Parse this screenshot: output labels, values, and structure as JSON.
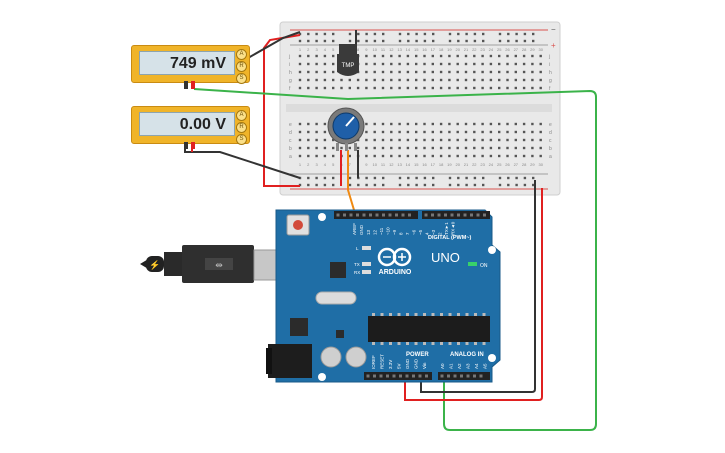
{
  "meters": [
    {
      "value": "749 mV",
      "modes": [
        "A",
        "R",
        "S"
      ]
    },
    {
      "value": "0.00 V",
      "modes": [
        "A",
        "R",
        "S"
      ]
    }
  ],
  "breadboard": {
    "rail_plus": "+",
    "rail_minus": "−",
    "row_letters_top": [
      "j",
      "i",
      "h",
      "g",
      "f"
    ],
    "row_letters_bottom": [
      "e",
      "d",
      "c",
      "b",
      "a"
    ],
    "column_numbers": [
      "1",
      "2",
      "3",
      "4",
      "5",
      "6",
      "7",
      "8",
      "9",
      "10",
      "11",
      "12",
      "13",
      "14",
      "15",
      "16",
      "17",
      "18",
      "19",
      "20",
      "21",
      "22",
      "23",
      "24",
      "25",
      "26",
      "27",
      "28",
      "29",
      "30"
    ]
  },
  "sensor": {
    "label": "TMP"
  },
  "arduino": {
    "brand": "ARDUINO",
    "model": "UNO",
    "on_label": "ON",
    "digital_label": "DIGITAL (PWM~)",
    "power_label": "POWER",
    "analog_label": "ANALOG IN",
    "aref_label": "AREF",
    "gnd_label": "GND",
    "digital_pins": [
      "13",
      "12",
      "~11",
      "~10",
      "~9",
      "8",
      "7",
      "~6",
      "~5",
      "4",
      "~3",
      "2",
      "TX►1",
      "RX◄0"
    ],
    "power_pins": [
      "IOREF",
      "RESET",
      "3.3V",
      "5V",
      "GND",
      "GND",
      "Vin"
    ],
    "analog_pins": [
      "A0",
      "A1",
      "A2",
      "A3",
      "A4",
      "A5"
    ],
    "led_labels": [
      "L",
      "TX",
      "RX"
    ]
  },
  "colors": {
    "wire_red": "#e02020",
    "wire_black": "#333333",
    "wire_green": "#3bb34a",
    "wire_orange": "#f08a12",
    "board_blue": "#1f6ea6",
    "meter_orange": "#f0b429"
  }
}
